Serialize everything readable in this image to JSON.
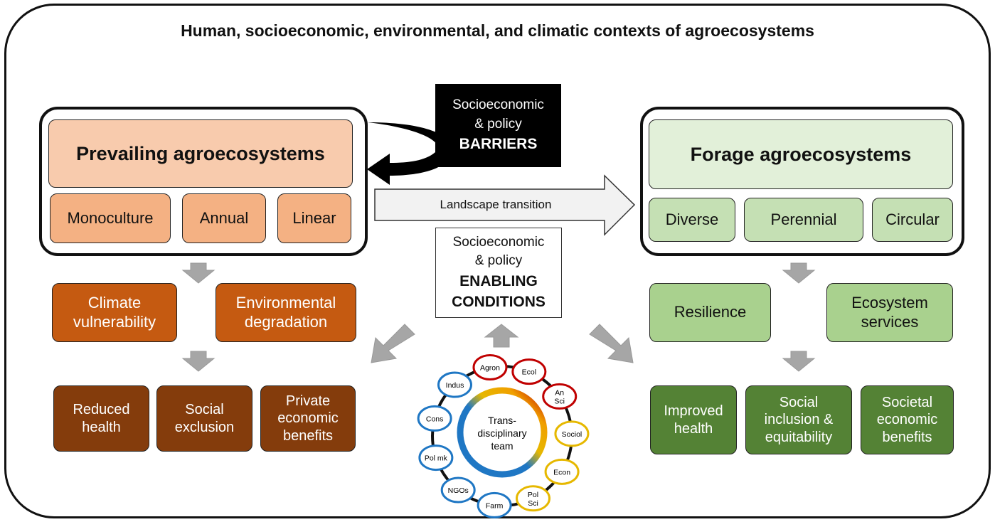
{
  "title": "Human, socioeconomic, environmental, and climatic contexts of agroecosystems",
  "prevailing": {
    "title": "Prevailing agroecosystems",
    "traits": [
      "Monoculture",
      "Annual",
      "Linear"
    ],
    "outcomes_1": [
      "Climate vulnerability",
      "Environmental degradation"
    ],
    "outcomes_2": [
      "Reduced health",
      "Social exclusion",
      "Private economic benefits"
    ]
  },
  "forage": {
    "title": "Forage agroecosystems",
    "traits": [
      "Diverse",
      "Perennial",
      "Circular"
    ],
    "outcomes_1": [
      "Resilience",
      "Ecosystem services"
    ],
    "outcomes_2": [
      "Improved health",
      "Social inclusion & equitability",
      "Societal economic benefits"
    ]
  },
  "barriers": {
    "line1": "Socioeconomic",
    "line2": "& policy",
    "line3": "BARRIERS"
  },
  "enabling": {
    "line1": "Socioeconomic",
    "line2": "& policy",
    "line3": "ENABLING",
    "line4": "CONDITIONS"
  },
  "transition_label": "Landscape transition",
  "team": {
    "center_label": [
      "Trans-",
      "disciplinary",
      "team"
    ],
    "members": [
      {
        "label": "Agron",
        "color": "#c00000"
      },
      {
        "label": "Ecol",
        "color": "#c00000"
      },
      {
        "label": "An Sci",
        "color": "#c00000"
      },
      {
        "label": "Sociol",
        "color": "#e6b800"
      },
      {
        "label": "Econ",
        "color": "#e6b800"
      },
      {
        "label": "Pol Sci",
        "color": "#e6b800"
      },
      {
        "label": "Farm",
        "color": "#1f77c4"
      },
      {
        "label": "NGOs",
        "color": "#1f77c4"
      },
      {
        "label": "Pol mk",
        "color": "#1f77c4"
      },
      {
        "label": "Cons",
        "color": "#1f77c4"
      },
      {
        "label": "Indus",
        "color": "#1f77c4"
      }
    ]
  },
  "colors": {
    "peach_light": "#f8cbad",
    "peach": "#f4b183",
    "orange": "#c55a11",
    "brown": "#843c0c",
    "green_light": "#e2f0d9",
    "green_pale": "#c5e0b4",
    "green_mid": "#a9d18e",
    "green_dark": "#548235",
    "arrow_gray": "#a6a6a6"
  }
}
